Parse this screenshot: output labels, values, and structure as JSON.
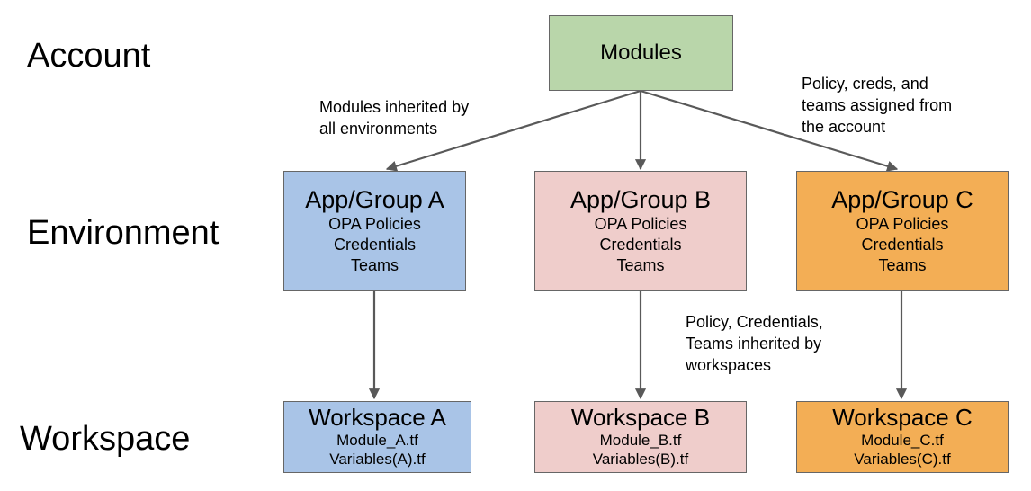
{
  "levels": {
    "account": "Account",
    "environment": "Environment",
    "workspace": "Workspace"
  },
  "modules": {
    "title": "Modules"
  },
  "environments": [
    {
      "title": "App/Group A",
      "lines": [
        "OPA Policies",
        "Credentials",
        "Teams"
      ],
      "color": "#a9c4e7"
    },
    {
      "title": "App/Group B",
      "lines": [
        "OPA Policies",
        "Credentials",
        "Teams"
      ],
      "color": "#efcdcb"
    },
    {
      "title": "App/Group C",
      "lines": [
        "OPA Policies",
        "Credentials",
        "Teams"
      ],
      "color": "#f3ae55"
    }
  ],
  "workspaces": [
    {
      "title": "Workspace A",
      "lines": [
        "Module_A.tf",
        "Variables(A).tf"
      ],
      "color": "#a9c4e7"
    },
    {
      "title": "Workspace B",
      "lines": [
        "Module_B.tf",
        "Variables(B).tf"
      ],
      "color": "#efcdcb"
    },
    {
      "title": "Workspace C",
      "lines": [
        "Module_C.tf",
        "Variables(C).tf"
      ],
      "color": "#f3ae55"
    }
  ],
  "notes": {
    "modules_inherited": [
      "Modules inherited by",
      "all environments"
    ],
    "policy_assigned": [
      "Policy, creds, and",
      "teams assigned from",
      "the account"
    ],
    "policy_inherited": [
      "Policy, Credentials,",
      "Teams inherited by",
      "workspaces"
    ]
  },
  "colors": {
    "modules": "#b9d6aa",
    "arrow": "#595959",
    "border": "#666666"
  }
}
